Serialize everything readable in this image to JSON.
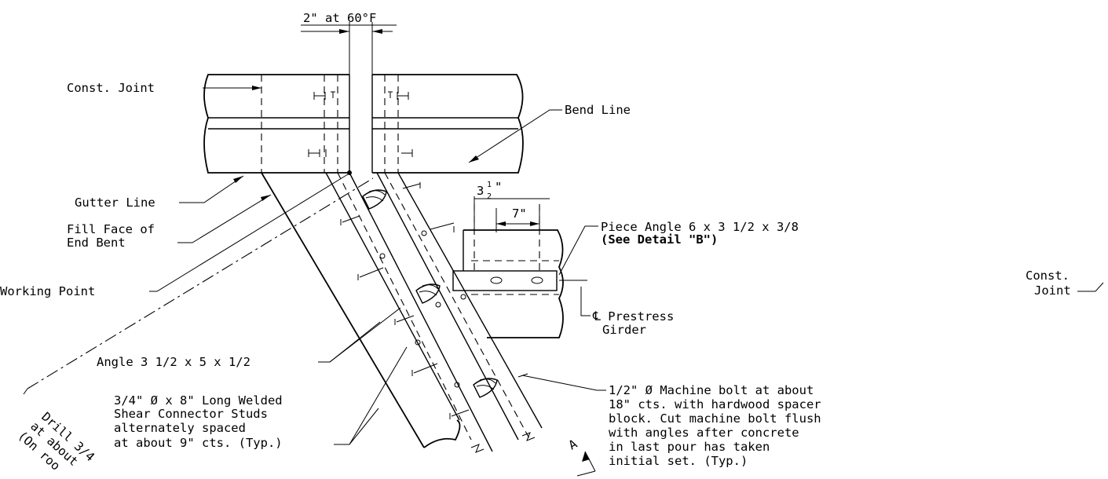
{
  "labels": {
    "gap": "2\" at 60°F",
    "const_joint_left": "Const. Joint",
    "bend_line": "Bend Line",
    "gutter_line": "Gutter Line",
    "fill_face_1": "Fill Face of",
    "fill_face_2": "End Bent",
    "working_point": "Working Point",
    "dim_3half": "3",
    "dim_3half_frac_num": "1",
    "dim_3half_frac_den": "2",
    "dim_3half_inch": "\"",
    "dim_7": "7\"",
    "piece_angle_1": "Piece Angle 6 x 3 1/2 x 3/8",
    "piece_angle_2": "(See Detail \"B\")",
    "const_joint_right_1": "Const.",
    "const_joint_right_2": "Joint",
    "prestress_1": "℄ Prestress",
    "prestress_2": "Girder",
    "angle_35": "Angle 3 1/2 x 5 x 1/2",
    "studs_1": "3/4\" Ø x 8\" Long Welded",
    "studs_2": "Shear Connector Studs",
    "studs_3": "alternately spaced",
    "studs_4": "at about 9\" cts. (Typ.)",
    "bolt_1": "1/2\" Ø Machine bolt at about",
    "bolt_2": "18\" cts. with hardwood spacer",
    "bolt_3": "block. Cut machine bolt flush",
    "bolt_4": "with angles after concrete",
    "bolt_5": "in last pour has taken",
    "bolt_6": "initial set. (Typ.)",
    "drill_1": "Drill 3/4",
    "drill_2": "at about",
    "drill_3": "(On roo",
    "section_mark": "A"
  }
}
